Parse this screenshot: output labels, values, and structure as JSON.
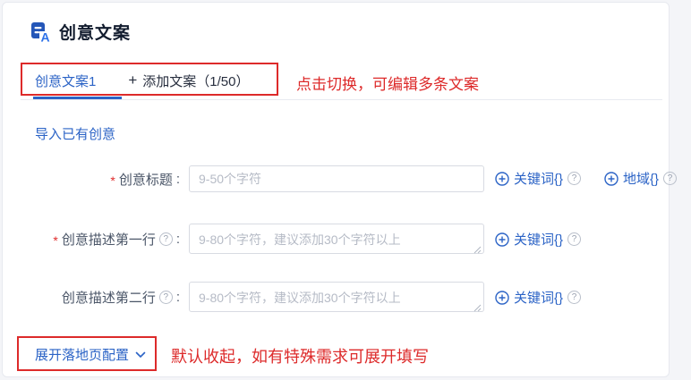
{
  "header": {
    "title": "创意文案"
  },
  "tabs": {
    "active": {
      "label": "创意文案1"
    },
    "add": {
      "plus": "+",
      "label": "添加文案（1/50）"
    }
  },
  "annotations": {
    "tabs_note": "点击切换，可编辑多条文案",
    "expand_note": "默认收起，如有特殊需求可展开填写"
  },
  "links": {
    "import_creative": "导入已有创意"
  },
  "form": {
    "required_mark": "*",
    "colon": ":",
    "help_glyph": "?",
    "rows": [
      {
        "label": "创意标题",
        "placeholder": "9-50个字符",
        "actions": [
          {
            "label": "关键词{}"
          },
          {
            "label": "地域{}"
          }
        ]
      },
      {
        "label": "创意描述第一行",
        "placeholder": "9-80个字符，建议添加30个字符以上",
        "actions": [
          {
            "label": "关键词{}"
          }
        ]
      },
      {
        "label": "创意描述第二行",
        "placeholder": "9-80个字符，建议添加30个字符以上",
        "actions": [
          {
            "label": "关键词{}"
          }
        ]
      }
    ]
  },
  "expand": {
    "label": "展开落地页配置"
  },
  "icons": {
    "letter_a": "A"
  },
  "colors": {
    "accent_blue": "#2b63c6",
    "annotation_red": "#dd2a2a",
    "title_dark": "#121c2e",
    "label_gray": "#4a5567",
    "placeholder_gray": "#b6bbc6",
    "input_border": "#d8dbe2"
  }
}
